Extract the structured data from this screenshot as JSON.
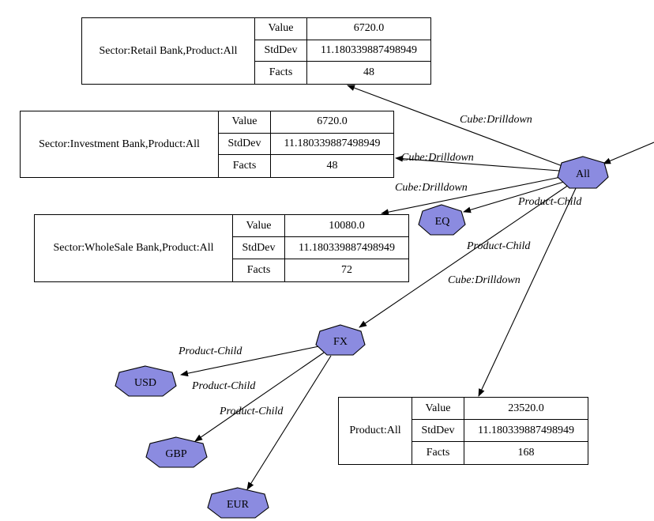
{
  "colors": {
    "node_fill": "#8b8be0",
    "stroke": "#000000",
    "background": "#ffffff"
  },
  "records": {
    "retail": {
      "label": "Sector:Retail Bank,Product:All",
      "rows": [
        {
          "key": "Value",
          "val": "6720.0"
        },
        {
          "key": "StdDev",
          "val": "11.180339887498949"
        },
        {
          "key": "Facts",
          "val": "48"
        }
      ]
    },
    "investment": {
      "label": "Sector:Investment Bank,Product:All",
      "rows": [
        {
          "key": "Value",
          "val": "6720.0"
        },
        {
          "key": "StdDev",
          "val": "11.180339887498949"
        },
        {
          "key": "Facts",
          "val": "48"
        }
      ]
    },
    "wholesale": {
      "label": "Sector:WholeSale Bank,Product:All",
      "rows": [
        {
          "key": "Value",
          "val": "10080.0"
        },
        {
          "key": "StdDev",
          "val": "11.180339887498949"
        },
        {
          "key": "Facts",
          "val": "72"
        }
      ]
    },
    "product_all": {
      "label": "Product:All",
      "rows": [
        {
          "key": "Value",
          "val": "23520.0"
        },
        {
          "key": "StdDev",
          "val": "11.180339887498949"
        },
        {
          "key": "Facts",
          "val": "168"
        }
      ]
    }
  },
  "nodes": {
    "all": "All",
    "eq": "EQ",
    "fx": "FX",
    "usd": "USD",
    "gbp": "GBP",
    "eur": "EUR"
  },
  "edges": {
    "all_retail": "Cube:Drilldown",
    "all_investment": "Cube:Drilldown",
    "all_wholesale": "Cube:Drilldown",
    "all_eq": "Product-Child",
    "all_fx": "Product-Child",
    "all_product": "Cube:Drilldown",
    "fx_usd": "Product-Child",
    "fx_gbp": "Product-Child",
    "fx_eur": "Product-Child"
  }
}
